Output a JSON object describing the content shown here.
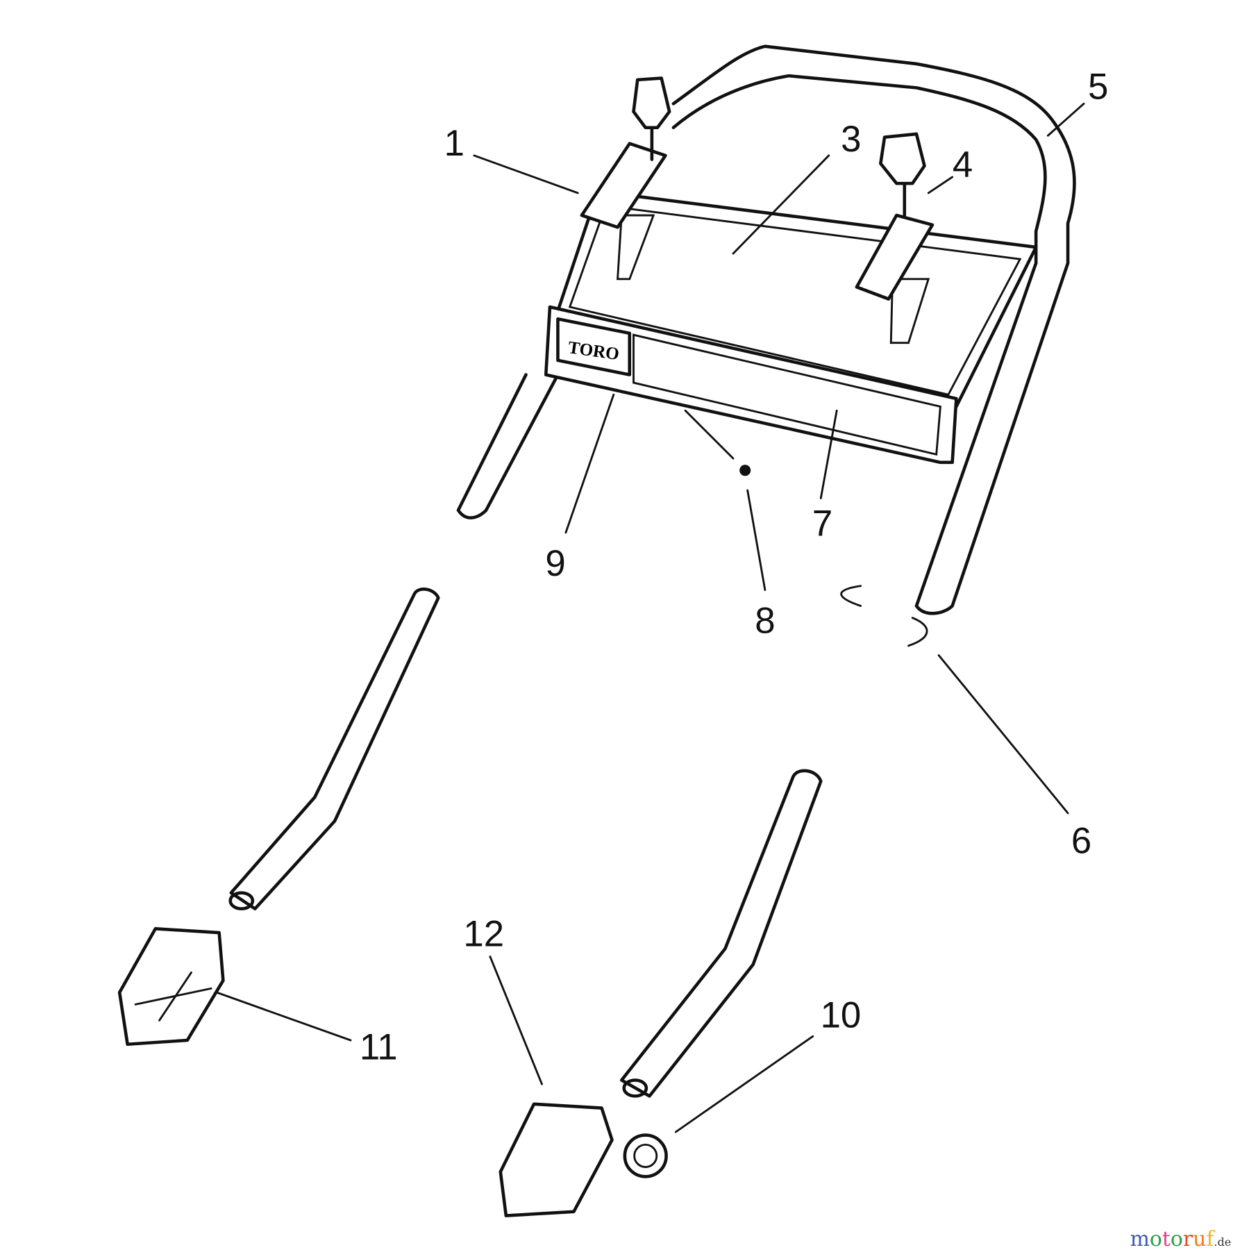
{
  "diagram": {
    "brand_logo_text": "TORO",
    "callouts": [
      {
        "id": "1",
        "label": "1"
      },
      {
        "id": "3",
        "label": "3"
      },
      {
        "id": "4",
        "label": "4"
      },
      {
        "id": "5",
        "label": "5"
      },
      {
        "id": "6",
        "label": "6"
      },
      {
        "id": "7",
        "label": "7"
      },
      {
        "id": "8",
        "label": "8"
      },
      {
        "id": "9",
        "label": "9"
      },
      {
        "id": "10",
        "label": "10"
      },
      {
        "id": "11",
        "label": "11"
      },
      {
        "id": "12",
        "label": "12"
      }
    ]
  },
  "watermark": {
    "letters": [
      "m",
      "o",
      "t",
      "o",
      "r",
      "u",
      "f"
    ],
    "colors": [
      "#3b5bab",
      "#2e9e4a",
      "#e0408a",
      "#2e9e4a",
      "#e04a2a",
      "#f07a1a",
      "#f0b81a"
    ],
    "suffix": ".de"
  }
}
